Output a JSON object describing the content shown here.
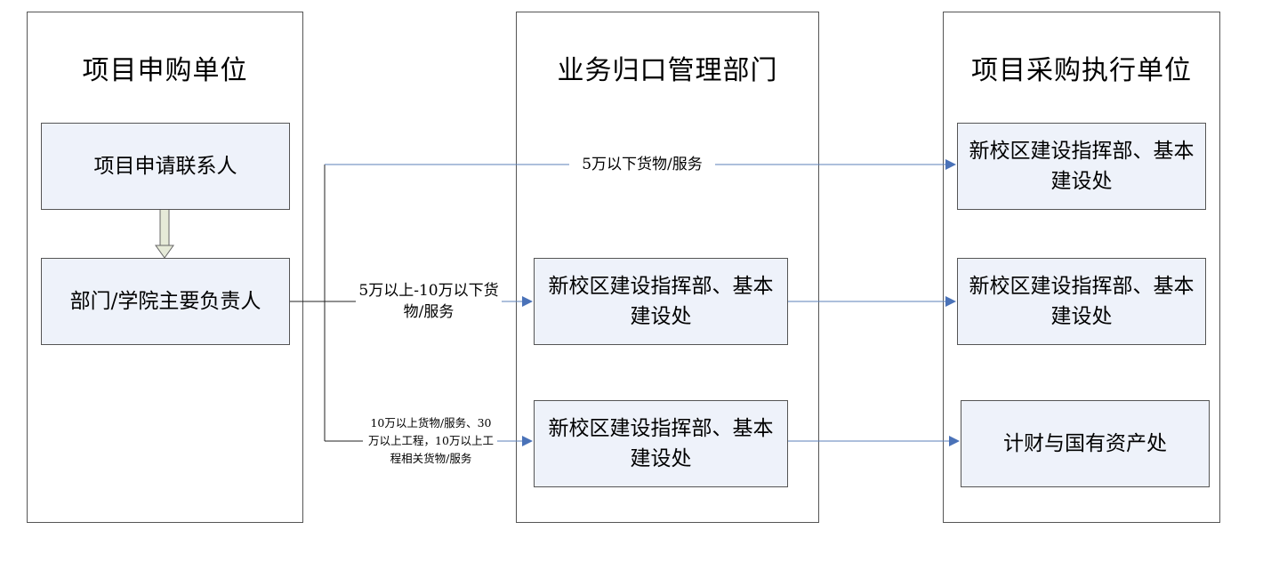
{
  "lanes": {
    "applicant": "项目申购单位",
    "management": "业务归口管理部门",
    "executor": "项目采购执行单位"
  },
  "boxes": {
    "contact": "项目申请联系人",
    "dept_head": "部门/学院主要负责人",
    "mgmt_mid": "新校区建设指挥部、基本建设处",
    "mgmt_low": "新校区建设指挥部、基本建设处",
    "exec_top": "新校区建设指挥部、基本建设处",
    "exec_mid": "新校区建设指挥部、基本建设处",
    "exec_low": "计财与国有资产处"
  },
  "edge_labels": {
    "top": "5万以下货物/服务",
    "mid": "5万以上-10万以下货物/服务",
    "low": "10万以上货物/服务、30万以上工程，10万以上工程相关货物/服务"
  },
  "colors": {
    "connector": "#5b7fb8",
    "arrow_fill": "#4a72b8",
    "box_fill": "#eef2fa",
    "down_arrow_fill": "#e6ead8"
  }
}
